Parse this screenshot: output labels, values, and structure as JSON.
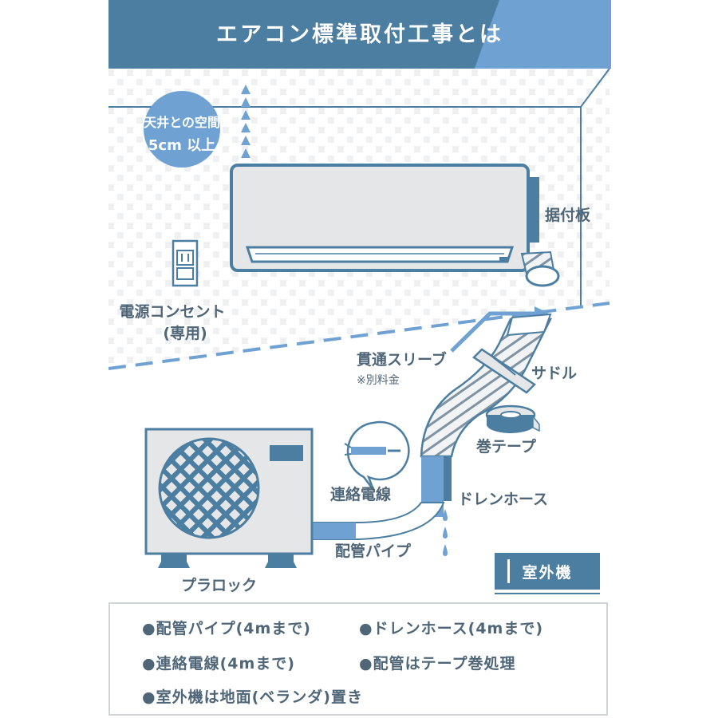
{
  "header": {
    "title": "エアコン標準取付工事とは"
  },
  "ceiling_badge": {
    "line1": "天井との空間",
    "line2": "5cm 以上"
  },
  "labels": {
    "mounting_plate": "据付板",
    "outlet_line1": "電源コンセント",
    "outlet_line2": "(専用)",
    "sleeve": "貫通スリーブ",
    "sleeve_note": "※別料金",
    "saddle": "サドル",
    "tape": "巻テープ",
    "wire": "連絡電線",
    "drain_hose": "ドレンホース",
    "pipe": "配管パイプ",
    "plastic_block": "プラロック",
    "outdoor_unit": "室外機"
  },
  "list": [
    {
      "text": "●配管パイプ(4mまで)"
    },
    {
      "text": "●ドレンホース(4mまで)"
    },
    {
      "text": "●連絡電線(4mまで)"
    },
    {
      "text": "●配管はテープ巻処理"
    },
    {
      "text": "●室外機は地面(ベランダ)置き"
    }
  ],
  "colors": {
    "primary": "#4c7ea1",
    "accent": "#6fa2d3",
    "text": "#4f6678",
    "unit_fill": "#e4e6e8",
    "wall_dots": "#eef0f2"
  }
}
